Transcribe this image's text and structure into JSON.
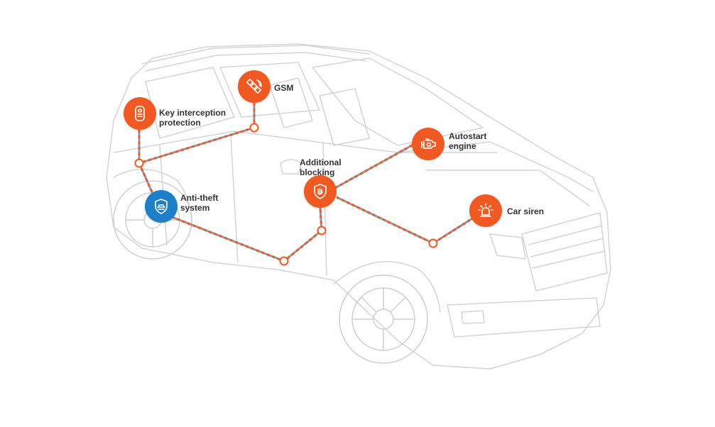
{
  "colors": {
    "accent": "#f05a22",
    "active": "#1e7ec8",
    "outline": "#d0d0d0",
    "wire_a": "#f05a22",
    "wire_b": "#8a9aa6"
  },
  "nodes": {
    "gsm": {
      "label": "GSM",
      "icon": "satellite-icon",
      "state": "default"
    },
    "key": {
      "label": "Key interception protection",
      "icon": "key-fob-icon",
      "state": "default"
    },
    "autostart": {
      "label": "Autostart engine",
      "icon": "engine-icon",
      "state": "default"
    },
    "blocking": {
      "label": "Additional blocking",
      "icon": "shield-hand-icon",
      "state": "default"
    },
    "antitheft": {
      "label": "Anti-theft system",
      "icon": "shield-car-icon",
      "state": "active"
    },
    "siren": {
      "label": "Car siren",
      "icon": "siren-icon",
      "state": "default"
    }
  }
}
